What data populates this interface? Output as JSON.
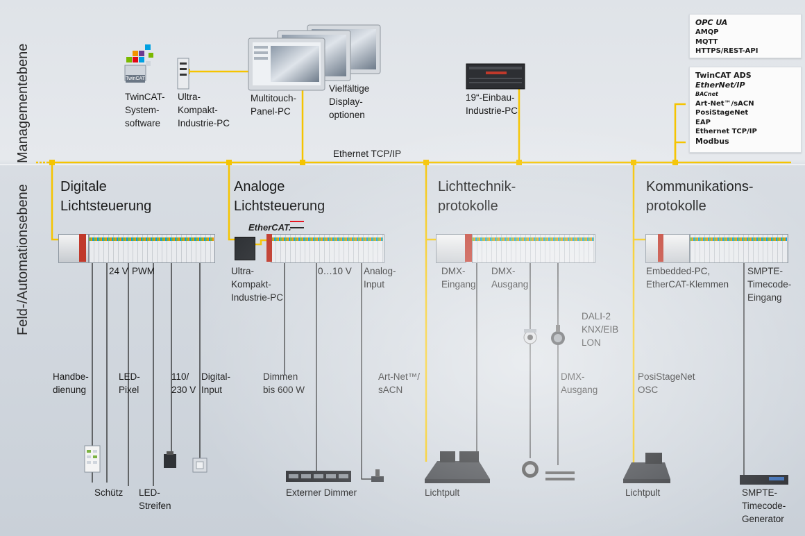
{
  "levels": {
    "management": "Managementebene",
    "field": "Feld-/Automationsebene"
  },
  "bus": {
    "label": "Ethernet TCP/IP",
    "color": "#f5c400"
  },
  "top": {
    "twincat_logo": "TwinCAT",
    "twincat": "TwinCAT-\nSystem-\nsoftware",
    "ultra_pc": "Ultra-\nKompakt-\nIndustrie-PC",
    "multitouch": "Multitouch-\nPanel-PC",
    "display_options": "Vielfältige\nDisplay-\noptionen",
    "rack_pc": "19“-Einbau-\nIndustrie-PC"
  },
  "cloud_box": {
    "brand": "OPC UA",
    "items": [
      "AMQP",
      "MQTT",
      "HTTPS/REST-API"
    ]
  },
  "protocol_box": {
    "items": [
      "TwinCAT ADS",
      "EtherNet/IP",
      "BACnet",
      "Art-Net™/sACN",
      "PosiStageNet",
      "EAP",
      "Ethernet TCP/IP",
      "Modbus"
    ]
  },
  "sections": {
    "digital": {
      "title": "Digitale\nLichtsteuerung",
      "v24": "24 V",
      "pwm": "PWM",
      "hand": "Handbe-\ndienung",
      "ledpixel": "LED-\nPixel",
      "v110": "110/\n230 V",
      "digin": "Digital-\nInput",
      "schuetz": "Schütz",
      "ledstrip": "LED-\nStreifen"
    },
    "analog": {
      "title": "Analoge\nLichtsteuerung",
      "ethercat": "EtherCAT.",
      "ultra": "Ultra-\nKompakt-\nIndustrie-PC",
      "v010": "0…10 V",
      "analogin": "Analog-\nInput",
      "dimmen": "Dimmen\nbis 600 W",
      "extdimmer": "Externer Dimmer"
    },
    "light": {
      "title": "Lichttechnik-\nprotokolle",
      "dmxin": "DMX-\nEingang",
      "dmxout": "DMX-\nAusgang",
      "dali": "DALI-2\nKNX/EIB\nLON",
      "artnet": "Art-Net™/\nsACN",
      "dmxout2": "DMX-\nAusgang",
      "lichtpult": "Lichtpult"
    },
    "comm": {
      "title": "Kommunikations-\nprotokolle",
      "embedded": "Embedded-PC,\nEtherCAT-Klemmen",
      "smpte_in": "SMPTE-\nTimecode-\nEingang",
      "posi": "PosiStageNet\nOSC",
      "lichtpult": "Lichtpult",
      "smpte_gen": "SMPTE-\nTimecode-\nGenerator"
    }
  }
}
